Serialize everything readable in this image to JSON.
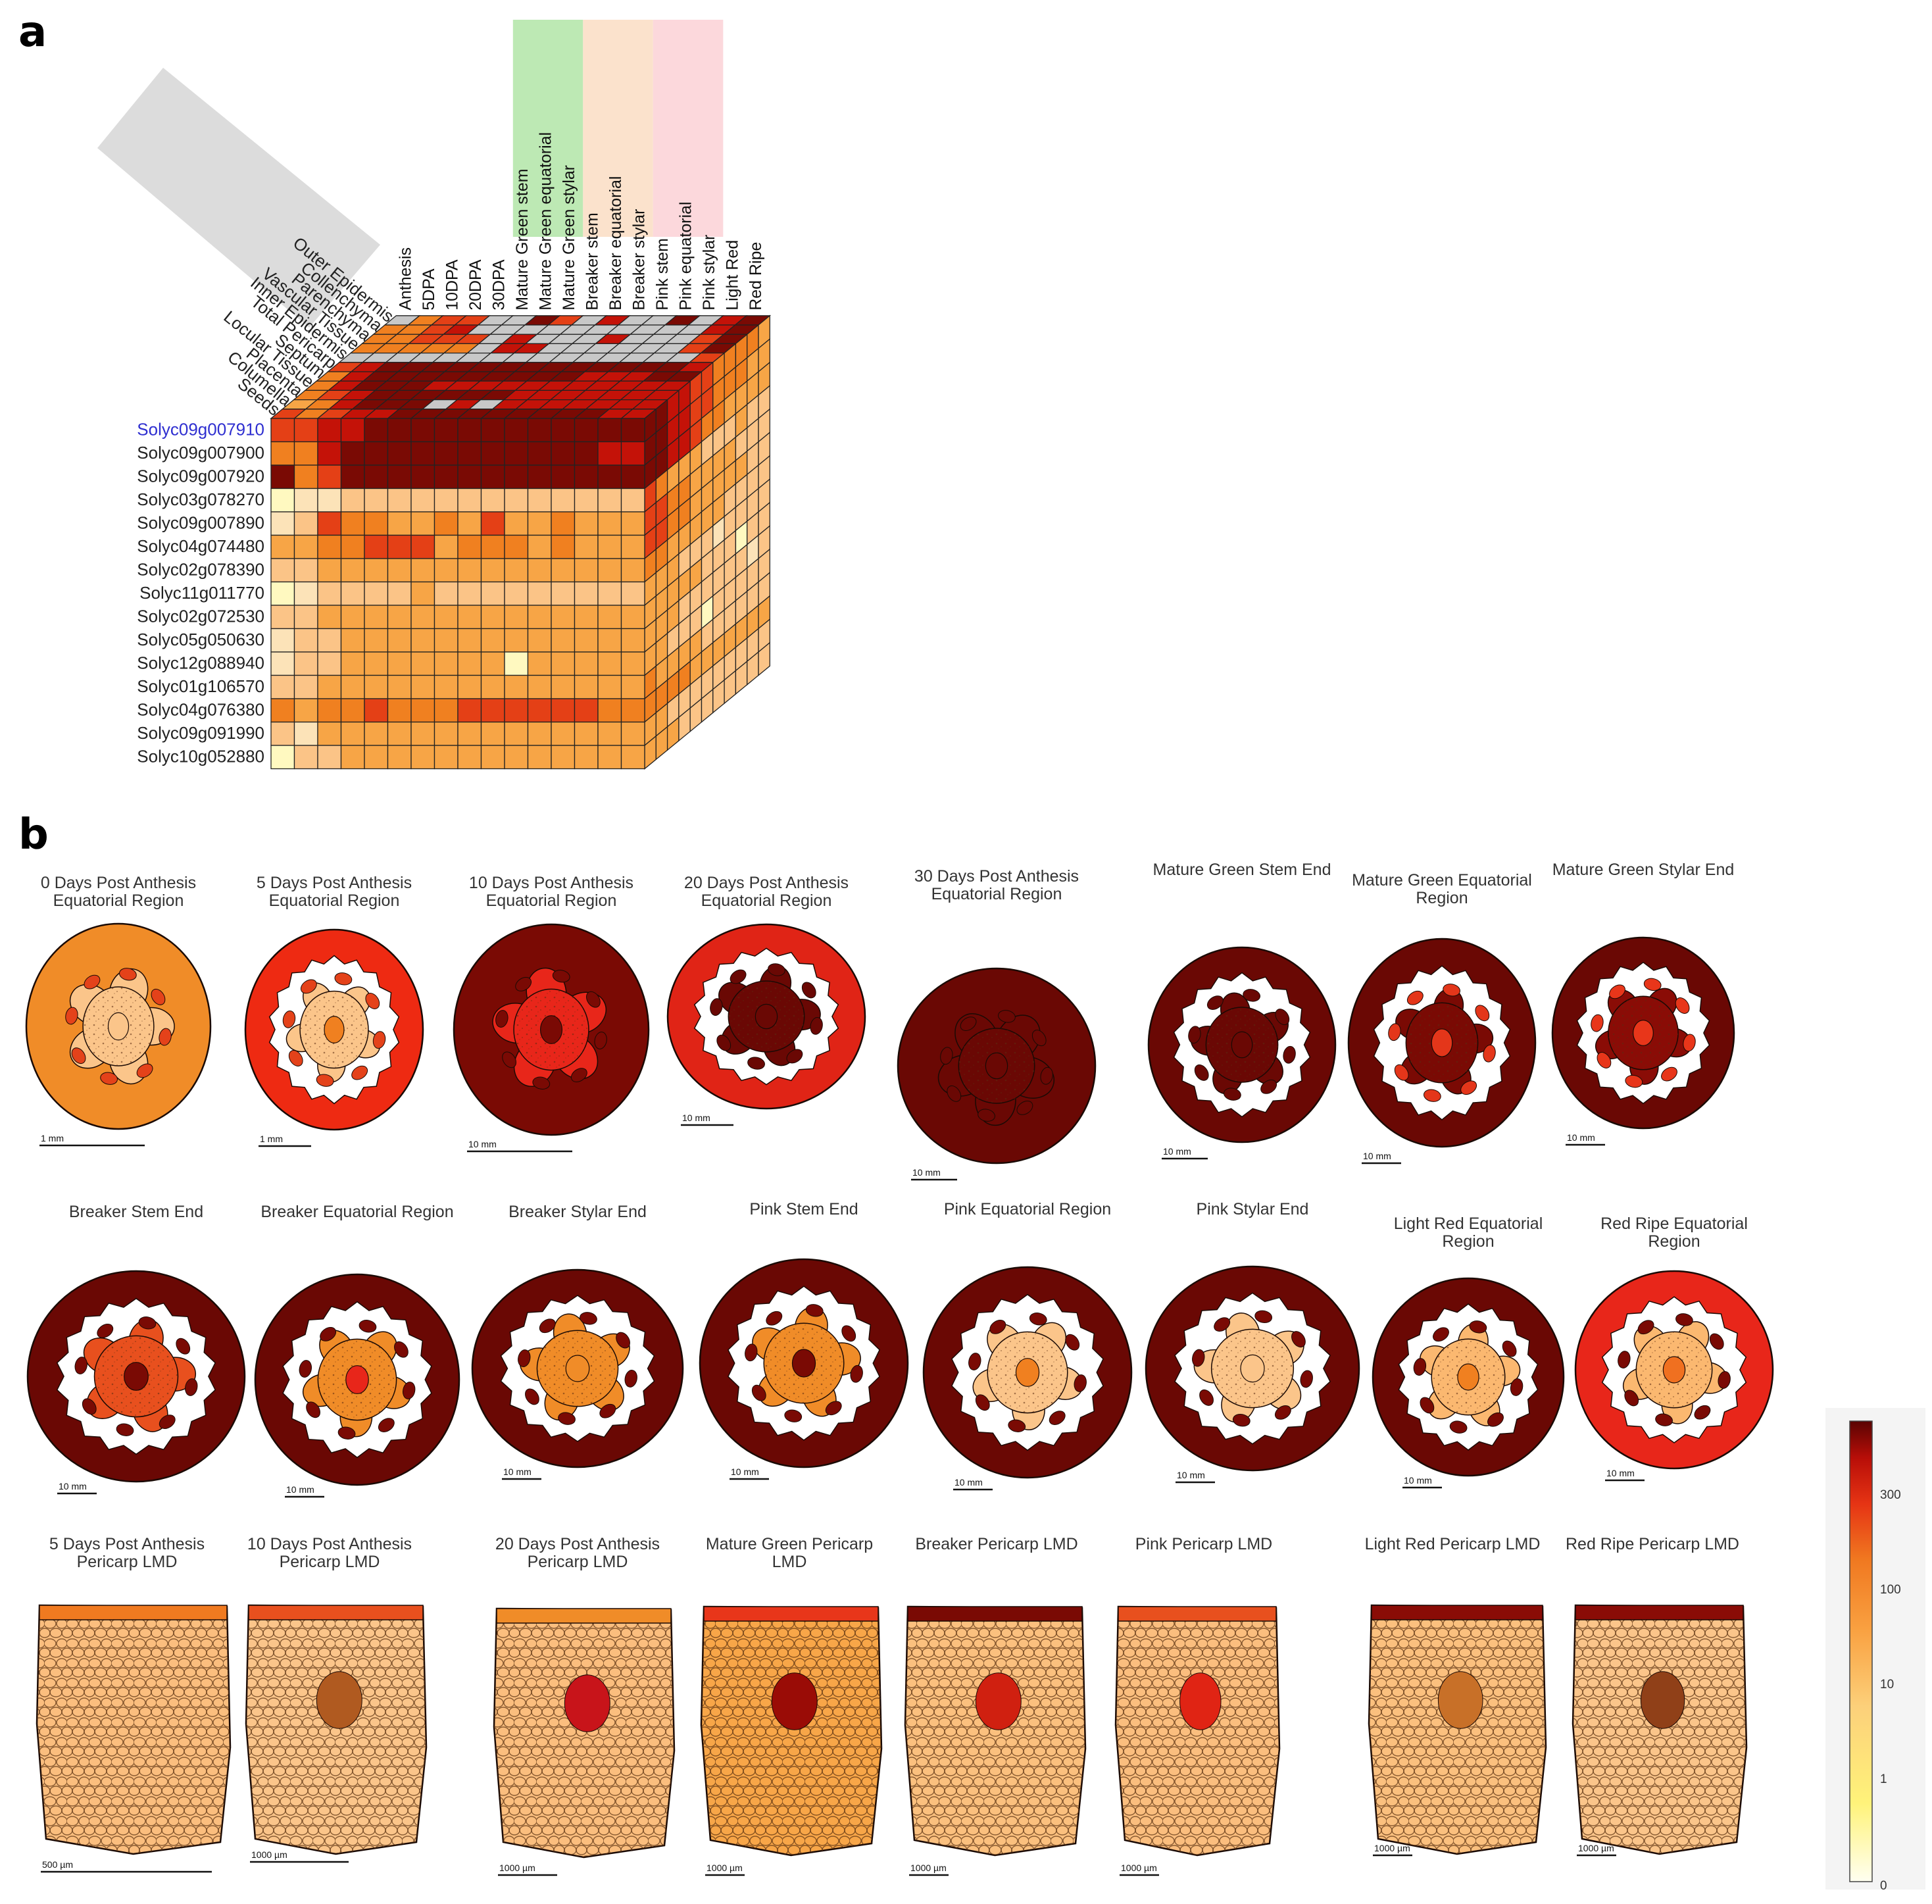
{
  "panel_a": {
    "letter": "a",
    "genes": [
      "Solyc09g007910",
      "Solyc09g007900",
      "Solyc09g007920",
      "Solyc03g078270",
      "Solyc09g007890",
      "Solyc04g074480",
      "Solyc02g078390",
      "Solyc11g011770",
      "Solyc02g072530",
      "Solyc05g050630",
      "Solyc12g088940",
      "Solyc01g106570",
      "Solyc04g076380",
      "Solyc09g091990",
      "Solyc10g052880"
    ],
    "highlighted_gene": "Solyc09g007910",
    "stages": [
      "Anthesis",
      "5DPA",
      "10DPA",
      "20DPA",
      "30DPA",
      "Mature Green stem",
      "Mature Green equatorial",
      "Mature Green stylar",
      "Breaker stem",
      "Breaker equatorial",
      "Breaker stylar",
      "Pink stem",
      "Pink equatorial",
      "Pink stylar",
      "Light Red",
      "Red Ripe"
    ],
    "tissues": [
      "Outer Epidermis",
      "Collenchyma",
      "Parenchyma",
      "Vascular Tissue",
      "Inner Epidermis",
      "Total Pericarp",
      "Septum",
      "Locular Tissue",
      "Placenta",
      "Columella",
      "Seeds"
    ],
    "stage_highlight_colors": {
      "mature_green": "#bde9b4",
      "breaker": "#fbe2cc",
      "pink": "#fcd8dc"
    },
    "shade_levels": [
      "#fff9c0",
      "#fce3b8",
      "#fbc487",
      "#f7a546",
      "#f08020",
      "#e44016",
      "#c41208",
      "#7a0a04",
      "#c8c8c8"
    ],
    "front_face_levels": [
      [
        5,
        5,
        6,
        6,
        7,
        7,
        7,
        7,
        7,
        7,
        7,
        7,
        7,
        7,
        7,
        7
      ],
      [
        4,
        4,
        6,
        7,
        7,
        7,
        7,
        7,
        7,
        7,
        7,
        7,
        7,
        7,
        6,
        6
      ],
      [
        7,
        4,
        5,
        7,
        7,
        7,
        7,
        7,
        7,
        7,
        7,
        7,
        7,
        7,
        7,
        7
      ],
      [
        0,
        1,
        1,
        2,
        2,
        2,
        2,
        2,
        2,
        2,
        2,
        2,
        2,
        2,
        2,
        2
      ],
      [
        1,
        2,
        5,
        4,
        4,
        3,
        3,
        4,
        3,
        5,
        3,
        3,
        4,
        3,
        3,
        3
      ],
      [
        3,
        3,
        4,
        4,
        5,
        5,
        5,
        3,
        4,
        4,
        4,
        3,
        4,
        3,
        3,
        3
      ],
      [
        2,
        2,
        3,
        3,
        3,
        3,
        3,
        3,
        3,
        3,
        3,
        3,
        3,
        3,
        3,
        3
      ],
      [
        0,
        1,
        2,
        2,
        2,
        2,
        3,
        2,
        2,
        2,
        2,
        2,
        2,
        2,
        2,
        2
      ],
      [
        2,
        2,
        3,
        3,
        3,
        3,
        3,
        3,
        3,
        3,
        3,
        3,
        3,
        3,
        3,
        3
      ],
      [
        1,
        2,
        2,
        3,
        3,
        3,
        3,
        3,
        3,
        3,
        3,
        3,
        3,
        3,
        3,
        3
      ],
      [
        1,
        2,
        2,
        3,
        3,
        3,
        3,
        3,
        3,
        3,
        0,
        3,
        3,
        3,
        3,
        3
      ],
      [
        2,
        2,
        3,
        3,
        3,
        3,
        3,
        3,
        3,
        3,
        3,
        3,
        3,
        3,
        3,
        3
      ],
      [
        4,
        3,
        4,
        4,
        5,
        4,
        4,
        4,
        5,
        5,
        5,
        5,
        5,
        5,
        4,
        4
      ],
      [
        2,
        1,
        3,
        3,
        3,
        3,
        3,
        3,
        3,
        3,
        3,
        3,
        3,
        3,
        3,
        3
      ],
      [
        0,
        2,
        2,
        3,
        3,
        3,
        3,
        3,
        3,
        3,
        3,
        3,
        3,
        3,
        3,
        3
      ]
    ],
    "top_face_levels": [
      [
        8,
        4,
        5,
        5,
        8,
        8,
        7,
        5,
        8,
        6,
        8,
        8,
        7,
        8,
        6,
        7
      ],
      [
        4,
        4,
        5,
        6,
        8,
        8,
        8,
        8,
        8,
        8,
        8,
        8,
        8,
        8,
        6,
        7
      ],
      [
        4,
        4,
        5,
        5,
        5,
        8,
        6,
        8,
        8,
        8,
        6,
        8,
        8,
        8,
        5,
        7
      ],
      [
        4,
        4,
        4,
        4,
        4,
        8,
        6,
        6,
        8,
        8,
        8,
        8,
        8,
        8,
        5,
        7
      ],
      [
        8,
        8,
        8,
        8,
        8,
        8,
        8,
        8,
        8,
        8,
        8,
        8,
        8,
        8,
        8,
        5
      ],
      [
        5,
        6,
        7,
        7,
        7,
        7,
        7,
        7,
        7,
        7,
        7,
        7,
        7,
        7,
        7,
        6
      ],
      [
        4,
        6,
        7,
        7,
        7,
        7,
        7,
        7,
        7,
        7,
        7,
        6,
        6,
        6,
        7,
        7
      ],
      [
        4,
        6,
        7,
        7,
        7,
        6,
        6,
        6,
        6,
        6,
        6,
        6,
        6,
        6,
        6,
        6
      ],
      [
        4,
        5,
        6,
        7,
        7,
        7,
        7,
        7,
        7,
        6,
        6,
        6,
        6,
        6,
        6,
        6
      ],
      [
        3,
        4,
        6,
        7,
        7,
        7,
        8,
        6,
        8,
        6,
        6,
        6,
        6,
        6,
        6,
        6
      ],
      [
        5,
        4,
        5,
        6,
        6,
        7,
        7,
        7,
        7,
        7,
        7,
        7,
        7,
        7,
        6,
        6
      ]
    ],
    "side_face_levels": [
      [
        7,
        7,
        6,
        6,
        5,
        5,
        4,
        4,
        4,
        4,
        3
      ],
      [
        7,
        7,
        6,
        6,
        5,
        5,
        4,
        4,
        4,
        3,
        3
      ],
      [
        7,
        7,
        6,
        6,
        5,
        4,
        4,
        3,
        3,
        3,
        3
      ],
      [
        5,
        4,
        3,
        3,
        3,
        2,
        2,
        2,
        3,
        2,
        2
      ],
      [
        5,
        5,
        4,
        4,
        3,
        3,
        3,
        3,
        2,
        2,
        2
      ],
      [
        5,
        5,
        4,
        4,
        3,
        3,
        3,
        3,
        3,
        2,
        2
      ],
      [
        4,
        4,
        3,
        3,
        3,
        3,
        3,
        2,
        2,
        2,
        2
      ],
      [
        3,
        3,
        3,
        2,
        2,
        2,
        1,
        2,
        2,
        2,
        2
      ],
      [
        3,
        3,
        3,
        3,
        3,
        2,
        2,
        2,
        0,
        2,
        2
      ],
      [
        3,
        3,
        3,
        2,
        2,
        2,
        2,
        2,
        2,
        1,
        2
      ],
      [
        3,
        3,
        2,
        2,
        2,
        0,
        2,
        2,
        2,
        2,
        2
      ],
      [
        4,
        3,
        3,
        3,
        3,
        2,
        2,
        2,
        2,
        2,
        2
      ],
      [
        4,
        4,
        4,
        4,
        3,
        3,
        3,
        3,
        3,
        3,
        3
      ],
      [
        3,
        3,
        2,
        2,
        2,
        2,
        2,
        2,
        2,
        2,
        2
      ],
      [
        3,
        3,
        3,
        2,
        2,
        2,
        2,
        2,
        2,
        2,
        2
      ]
    ]
  },
  "panel_b": {
    "letter": "b",
    "row1": [
      {
        "title": [
          "0 Days Post Anthesis",
          "Equatorial Region"
        ],
        "scale": "1 mm",
        "outer": "#f08c28",
        "inner": "#fbc58a",
        "seed": "#e4421a",
        "hole": false,
        "center": "#fbc58a"
      },
      {
        "title": [
          "5 Days Post Anthesis",
          "Equatorial Region"
        ],
        "scale": "1 mm",
        "outer": "#ee2a12",
        "inner": "#fbc58a",
        "seed": "#e4421a",
        "hole": true,
        "center": "#f08020"
      },
      {
        "title": [
          "10 Days Post Anthesis",
          "Equatorial Region"
        ],
        "scale": "10 mm",
        "outer": "#7a0a04",
        "inner": "#e8261a",
        "seed": "#7a0a04",
        "hole": false,
        "center": "#7a0a04"
      },
      {
        "title": [
          "20 Days Post Anthesis",
          "Equatorial Region"
        ],
        "scale": "10 mm",
        "outer": "#e02416",
        "inner": "#6a0804",
        "seed": "#6a0804",
        "hole": true,
        "center": "#6a0804"
      },
      {
        "title": [
          "30 Days Post Anthesis",
          "Equatorial Region"
        ],
        "scale": "10 mm",
        "outer": "#6a0804",
        "inner": "#6a0804",
        "seed": "#6a0804",
        "hole": false,
        "center": "#6a0804"
      },
      {
        "title": [
          "Mature Green Stem End"
        ],
        "scale": "10 mm",
        "outer": "#6a0804",
        "inner": "#6a0804",
        "seed": "#6a0804",
        "hole": true,
        "center": "#6a0804"
      },
      {
        "title": [
          "Mature Green Equatorial",
          "Region"
        ],
        "scale": "10 mm",
        "outer": "#6a0804",
        "inner": "#7a0a04",
        "seed": "#e4361a",
        "hole": true,
        "center": "#e4361a"
      },
      {
        "title": [
          "Mature Green Stylar End"
        ],
        "scale": "10 mm",
        "outer": "#6a0804",
        "inner": "#8a0c06",
        "seed": "#e8361a",
        "hole": true,
        "center": "#e8361a"
      }
    ],
    "row2": [
      {
        "title": [
          "Breaker Stem End"
        ],
        "scale": "10 mm",
        "outer": "#6a0804",
        "inner": "#e8501e",
        "seed": "#7a0a04",
        "hole": true,
        "center": "#7a0a04"
      },
      {
        "title": [
          "Breaker Equatorial Region"
        ],
        "scale": "10 mm",
        "outer": "#6a0804",
        "inner": "#f08c28",
        "seed": "#7a0a04",
        "hole": true,
        "center": "#e8261a"
      },
      {
        "title": [
          "Breaker Stylar End"
        ],
        "scale": "10 mm",
        "outer": "#6a0804",
        "inner": "#f08c28",
        "seed": "#7a0a04",
        "hole": true,
        "center": "#f08c28"
      },
      {
        "title": [
          "Pink Stem End"
        ],
        "scale": "10 mm",
        "outer": "#6a0804",
        "inner": "#f08c28",
        "seed": "#7a0a04",
        "hole": true,
        "center": "#7a0a04"
      },
      {
        "title": [
          "Pink Equatorial Region"
        ],
        "scale": "10 mm",
        "outer": "#6a0804",
        "inner": "#fbc58a",
        "seed": "#7a0a04",
        "hole": true,
        "center": "#f08020"
      },
      {
        "title": [
          "Pink Stylar End"
        ],
        "scale": "10 mm",
        "outer": "#6a0804",
        "inner": "#fbc58a",
        "seed": "#7a0a04",
        "hole": true,
        "center": "#fbc58a"
      },
      {
        "title": [
          "Light Red Equatorial",
          "Region"
        ],
        "scale": "10 mm",
        "outer": "#6a0804",
        "inner": "#fbb870",
        "seed": "#7a0a04",
        "hole": true,
        "center": "#f08020"
      },
      {
        "title": [
          "Red Ripe Equatorial",
          "Region"
        ],
        "scale": "10 mm",
        "outer": "#e8261a",
        "inner": "#fbb870",
        "seed": "#7a0a04",
        "hole": true,
        "center": "#f07020"
      }
    ],
    "row3": [
      {
        "title": [
          "5 Days Post Anthesis",
          "Pericarp LMD"
        ],
        "scale": "500 µm",
        "body": "#fbbe7e",
        "top": "#f07a20",
        "vasc": ""
      },
      {
        "title": [
          "10 Days Post Anthesis",
          "Pericarp LMD"
        ],
        "scale": "1000 µm",
        "body": "#fbc58a",
        "top": "#e8501e",
        "vasc": "#b05a20"
      },
      {
        "title": [
          "20 Days Post Anthesis",
          "Pericarp LMD"
        ],
        "scale": "1000 µm",
        "body": "#fbbe7e",
        "top": "#f08c28",
        "vasc": "#c8141a"
      },
      {
        "title": [
          "Mature Green Pericarp",
          "LMD"
        ],
        "scale": "1000 µm",
        "body": "#f8a648",
        "top": "#e8361a",
        "vasc": "#9a0c06"
      },
      {
        "title": [
          "Breaker Pericarp LMD"
        ],
        "scale": "1000 µm",
        "body": "#fbc07e",
        "top": "#7a0a04",
        "vasc": "#d02010"
      },
      {
        "title": [
          "Pink Pericarp LMD"
        ],
        "scale": "1000 µm",
        "body": "#fbbe7e",
        "top": "#e8501e",
        "vasc": "#e02414"
      },
      {
        "title": [
          "Light Red Pericarp LMD"
        ],
        "scale": "1000 µm",
        "body": "#fbc07e",
        "top": "#8a0c06",
        "vasc": "#c87028"
      },
      {
        "title": [
          "Red Ripe Pericarp LMD"
        ],
        "scale": "1000 µm",
        "body": "#fbc58a",
        "top": "#8a0c06",
        "vasc": "#904018"
      }
    ]
  },
  "colorbar": {
    "ticks": [
      "300",
      "100",
      "10",
      "1",
      "0"
    ],
    "colors": [
      "#fffff0",
      "#fff37a",
      "#fcd07a",
      "#f9a040",
      "#f07820",
      "#e63414",
      "#b80e08",
      "#5a0402"
    ]
  }
}
